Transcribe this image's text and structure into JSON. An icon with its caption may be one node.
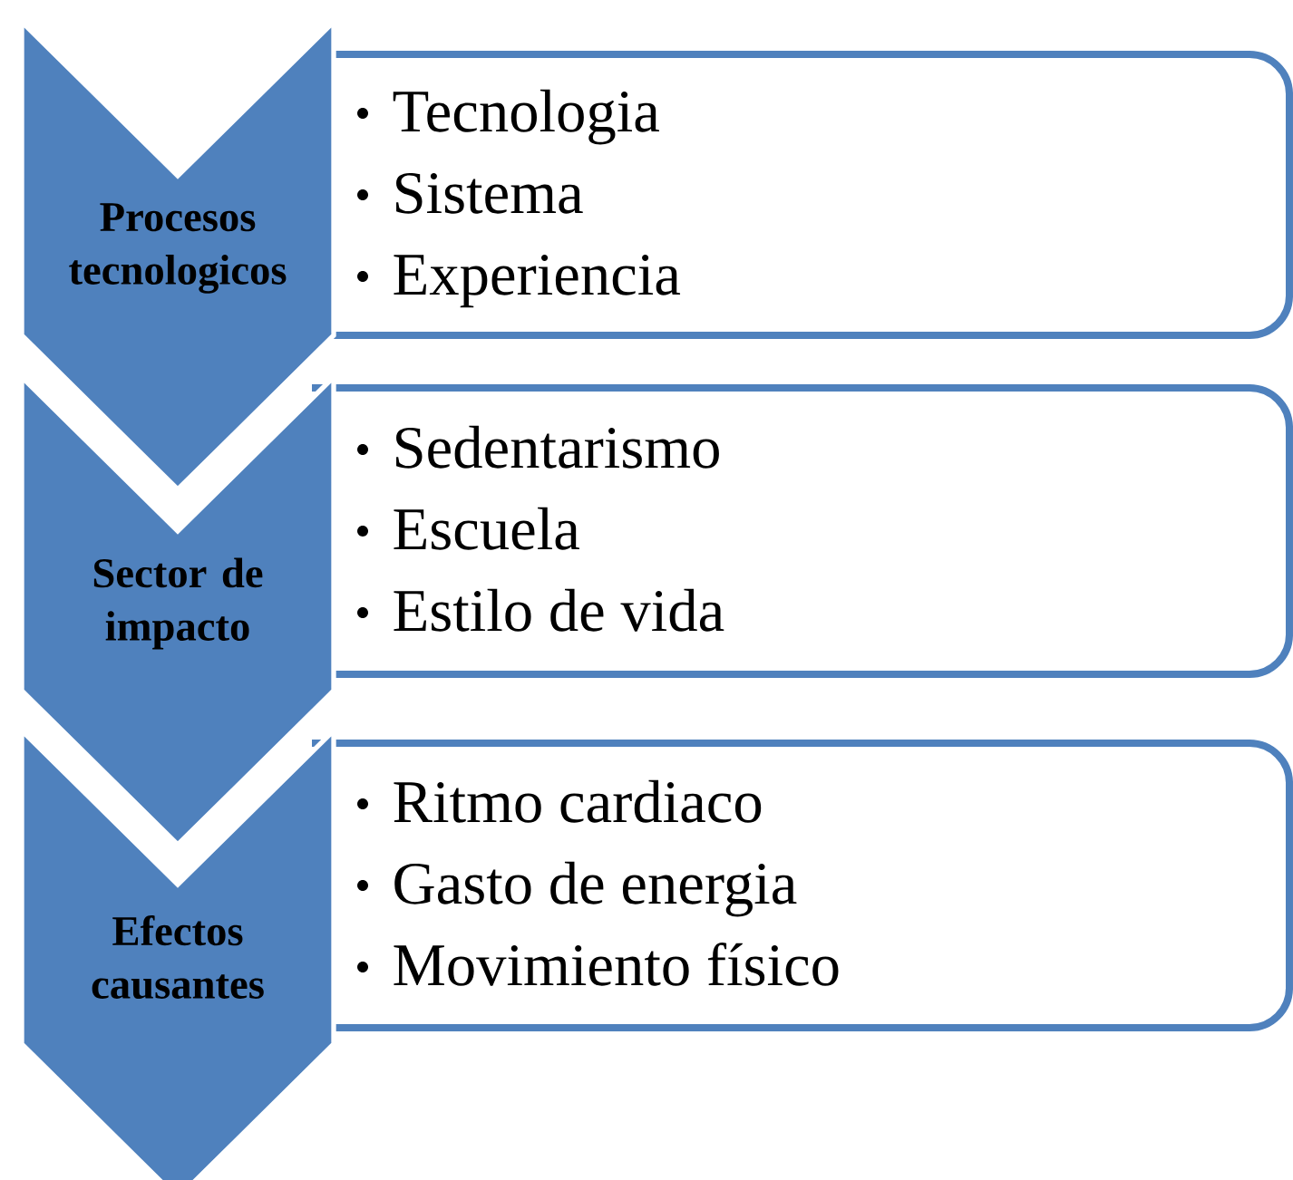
{
  "diagram": {
    "nodes": [
      {
        "text": [
          "Procesos tecnologicos"
        ]
      },
      {
        "text": [
          "Tecnologia",
          "Sistema",
          "Experiencia"
        ]
      },
      {
        "text": [
          "Sector de impacto"
        ]
      },
      {
        "text": [
          "Sedentarismo",
          "Escuela",
          "Estilo de vida"
        ]
      },
      {
        "text": [
          "Efectos causantes"
        ]
      },
      {
        "text": [
          "Ritmo cardiaco",
          "Gasto de energia",
          "Movimiento físico"
        ]
      }
    ]
  }
}
